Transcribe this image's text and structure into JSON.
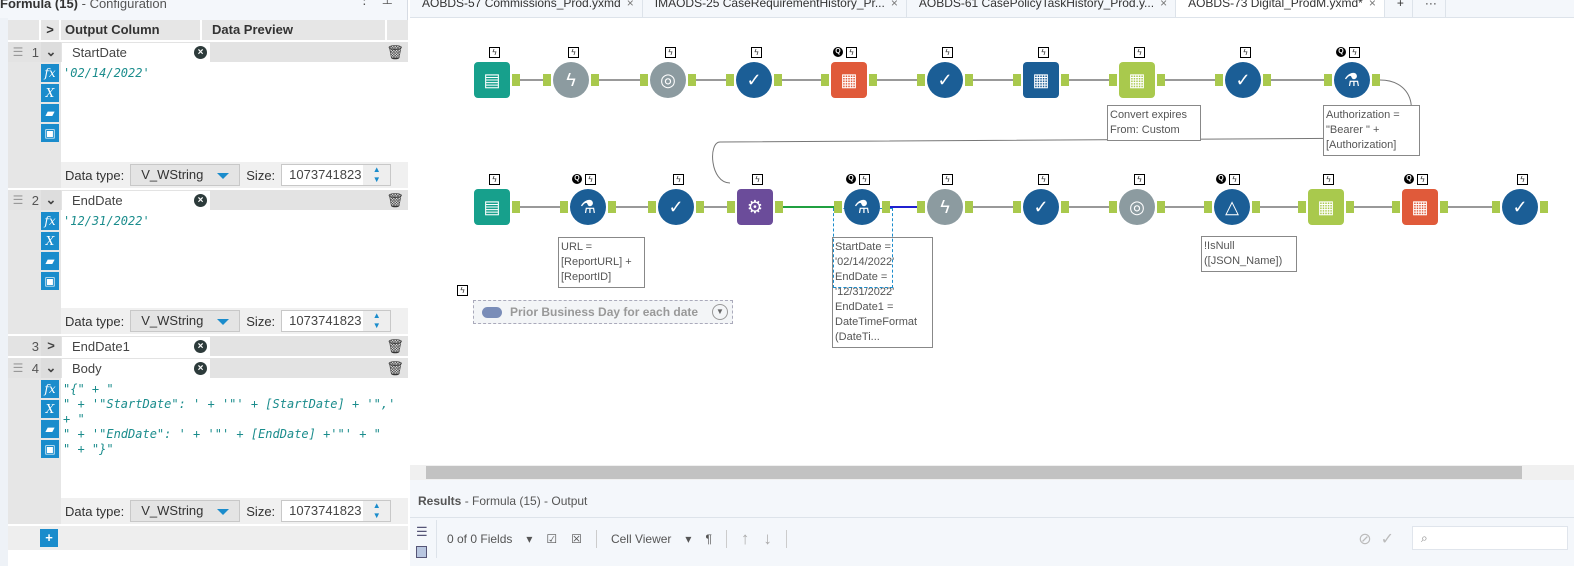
{
  "config": {
    "title": "Formula (15)",
    "subtitle": " - Configuration",
    "header_output": "Output Column",
    "header_preview": "Data Preview",
    "rows": [
      {
        "num": "1",
        "name": "StartDate",
        "expanded": true,
        "expr": "'02/14/2022'",
        "data_type": "V_WString",
        "size": "1073741823"
      },
      {
        "num": "2",
        "name": "EndDate",
        "expanded": true,
        "expr": "'12/31/2022'",
        "data_type": "V_WString",
        "size": "1073741823"
      },
      {
        "num": "3",
        "name": "EndDate1",
        "expanded": false
      },
      {
        "num": "4",
        "name": "Body",
        "expanded": true,
        "expr_lines": [
          "\"{\" + \"",
          "\" + '\"StartDate\": ' + '\"' + [StartDate] + '\",'",
          "+ \"",
          "\" + '\"EndDate\": ' + '\"' + [EndDate] +'\"' + \"",
          "\" + \"}\""
        ],
        "data_type": "V_WString",
        "size": "1073741823"
      }
    ],
    "data_type_label": "Data type:",
    "size_label": "Size:"
  },
  "tabs": [
    {
      "label": "AOBDS-57 Commissions_Prod.yxmd",
      "active": false
    },
    {
      "label": "IMAODS-25 CaseRequirementHistory_Pr...",
      "active": false
    },
    {
      "label": "AOBDS-61 CasePolicyTaskHistory_Prod.y...",
      "active": false
    },
    {
      "label": "AOBDS-73 Digital_ProdM.yxmd*",
      "active": true
    }
  ],
  "tab_more": "···",
  "annotations": {
    "convert": "Convert expires From: Custom",
    "auth": "Authorization = \"Bearer \" + [Authorization]",
    "url": "URL = [ReportURL] + [ReportID]",
    "formula": "StartDate = '02/14/2022' EndDate = '12/31/2022' EndDate1 = DateTimeFormat (DateTi...",
    "filter": "!IsNull ([JSON_Name])"
  },
  "container": {
    "label": "Prior Business Day for each date"
  },
  "results": {
    "title": "Results",
    "subtitle": " - Formula (15) - Output",
    "fields": "0 of 0 Fields",
    "cell_viewer": "Cell Viewer"
  },
  "colors": {
    "accent": "#1a8ccc",
    "tool_blue": "#1b5e96",
    "teal": "#17a08c",
    "green": "#a9c94d",
    "purple": "#6b4c9a",
    "orange": "#e05a3a",
    "grey": "#8c9ba0"
  }
}
